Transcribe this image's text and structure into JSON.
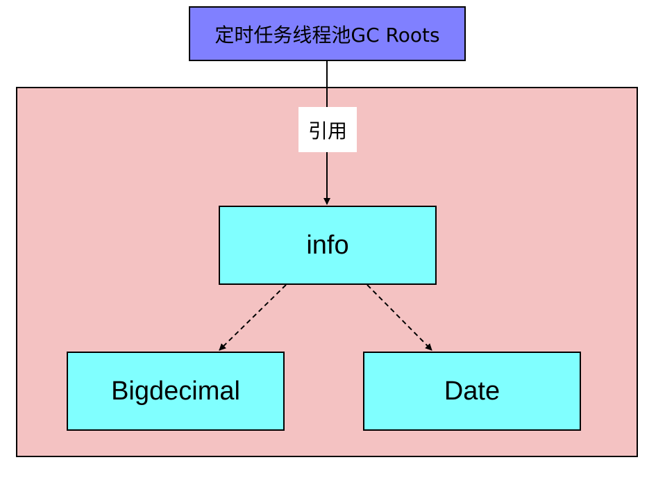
{
  "diagram": {
    "nodes": {
      "root": {
        "label": "定时任务线程池GC Roots",
        "color": "#8080ff"
      },
      "info": {
        "label": "info",
        "color": "#80ffff"
      },
      "bigdecimal": {
        "label": "Bigdecimal",
        "color": "#80ffff"
      },
      "date": {
        "label": "Date",
        "color": "#80ffff"
      }
    },
    "container": {
      "color": "#f4c2c2"
    },
    "edges": [
      {
        "from": "root",
        "to": "info",
        "label": "引用",
        "style": "solid"
      },
      {
        "from": "info",
        "to": "bigdecimal",
        "style": "dashed"
      },
      {
        "from": "info",
        "to": "date",
        "style": "dashed"
      }
    ]
  }
}
